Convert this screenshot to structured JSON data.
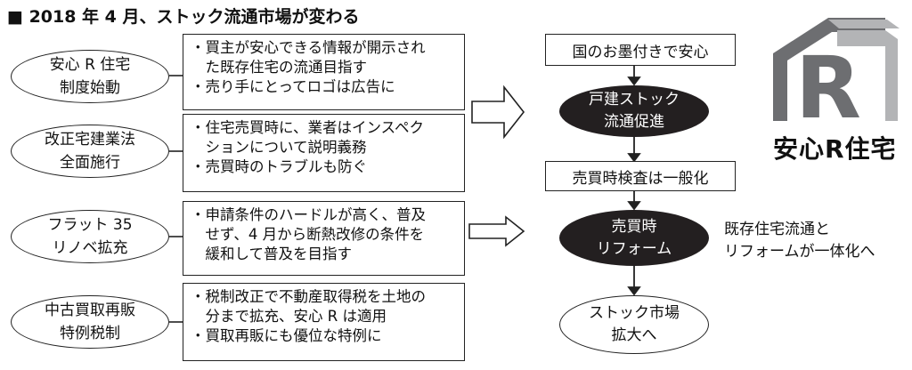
{
  "title": "■ 2018 年 4 月、ストック流通市場が変わる",
  "policies": [
    {
      "name_lines": [
        "安心 R 住宅",
        "制度始動"
      ],
      "bullets": [
        "買主が安心できる情報が開示され\nた既存住宅の流通目指す",
        "売り手にとってロゴは広告に"
      ]
    },
    {
      "name_lines": [
        "改正宅建業法",
        "全面施行"
      ],
      "bullets": [
        "住宅売買時に、業者はインスペク\nションについて説明義務",
        "売買時のトラブルも防ぐ"
      ]
    },
    {
      "name_lines": [
        "フラット 35",
        "リノベ拡充"
      ],
      "bullets": [
        "申請条件のハードルが高く、普及\nせず、4 月から断熱改修の条件を\n緩和して普及を目指す"
      ]
    },
    {
      "name_lines": [
        "中古買取再販",
        "特例税制"
      ],
      "bullets": [
        "税制改正で不動産取得税を土地の\n分まで拡充、安心 R は適用",
        "買取再販にも優位な特例に"
      ]
    }
  ],
  "bullet_mark": "・",
  "flow": {
    "box1": "国のお墨付きで安心",
    "node1_lines": [
      "戸建ストック",
      "流通促進"
    ],
    "box2": "売買時検査は一般化",
    "node2_lines": [
      "売買時",
      "リフォーム"
    ],
    "node3_lines": [
      "ストック市場",
      "拡大へ"
    ]
  },
  "note_lines": [
    "既存住宅流通と",
    "リフォームが一体化へ"
  ],
  "logo": {
    "text": "安心R住宅",
    "letter": "R",
    "colors": {
      "roof_dark": "#6d6e71",
      "roof_light": "#b3b4b6",
      "letter": "#6d6e71"
    }
  }
}
